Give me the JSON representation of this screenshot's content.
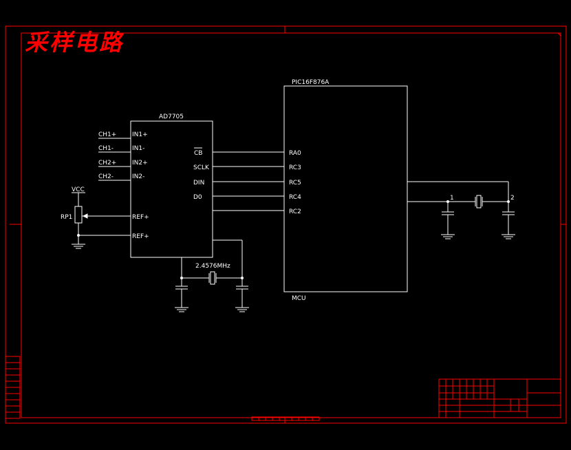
{
  "drawing": {
    "title": "采样电路",
    "colors": {
      "background": "#000000",
      "frame": "#ff0000",
      "wire": "#ffffff",
      "text": "#ffffff",
      "title": "#ff0000"
    }
  },
  "adc": {
    "name": "AD7705",
    "left_pins": [
      "IN1+",
      "IN1-",
      "IN2+",
      "IN2-",
      "REF+",
      "REF+"
    ],
    "right_pins": [
      "CB",
      "SCLK",
      "DIN",
      "D0"
    ]
  },
  "inputs": [
    "CH1+",
    "CH1-",
    "CH2+",
    "CH2-"
  ],
  "pot": {
    "supply": "VCC",
    "name": "RP1"
  },
  "crystal_adc": {
    "label": "2.4576MHz"
  },
  "mcu": {
    "part": "PIC16F876A",
    "label": "MCU",
    "pins": [
      "RA0",
      "RC3",
      "RC5",
      "RC4",
      "RC2"
    ]
  },
  "crystal_mcu": {
    "node1": "1",
    "node2": "2"
  }
}
